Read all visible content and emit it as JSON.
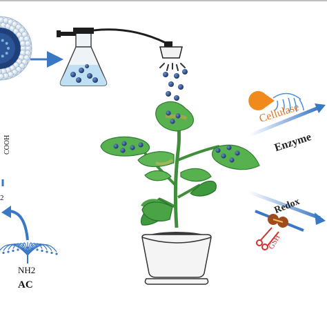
{
  "labels": {
    "cellulase": "Cellulase",
    "enzyme": "Enzyme",
    "redox": "Redox",
    "gsh": "GSH",
    "cooh": "COOH",
    "nh2_top": "2",
    "nh2": "NH2",
    "ac": "AC"
  },
  "colors": {
    "nanoparticle": "#1f3f79",
    "nanoparticle_shell": "#dfe8f2",
    "arrow_blue": "#3a78c6",
    "leaf_green": "#4fa84a",
    "leaf_dark": "#2f7d32",
    "pot_white": "#f4f4f4",
    "soil": "#3a3a3a",
    "cellulase_orange": "#f08a1d",
    "gsh_red": "#d0312d",
    "enzyme_blue": "#4a8fd6"
  },
  "icons": {
    "nanocarrier": "mesoporous-sphere-icon",
    "flask": "spray-flask-icon",
    "plant": "potted-plant-icon",
    "enzyme": "pacman-enzyme-icon",
    "scissors": "scissors-icon"
  }
}
